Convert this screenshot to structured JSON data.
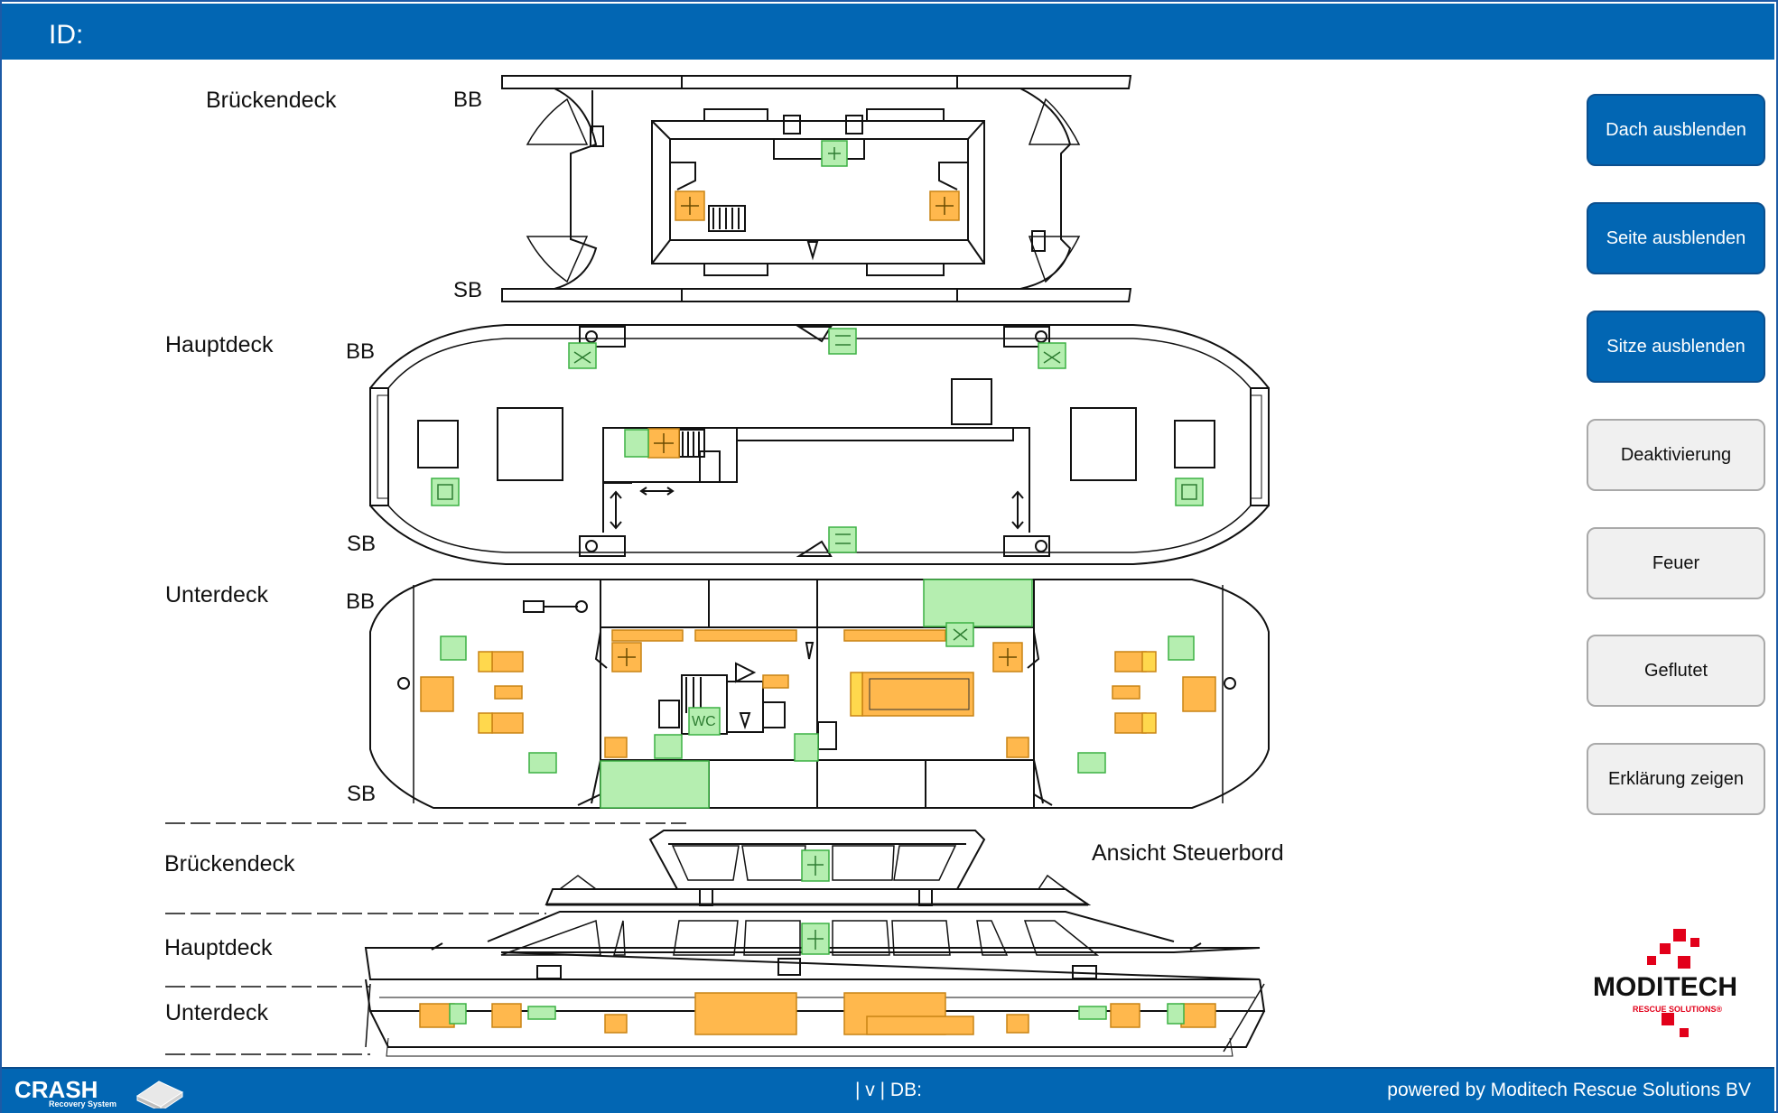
{
  "header": {
    "title": "ID:"
  },
  "buttons": [
    {
      "label": "Dach ausblenden"
    },
    {
      "label": "Seite ausblenden"
    },
    {
      "label": "Sitze ausblenden"
    },
    {
      "label": "Deaktivierung"
    },
    {
      "label": "Feuer"
    },
    {
      "label": "Geflutet"
    },
    {
      "label": "Erklärung zeigen"
    }
  ],
  "plan": {
    "bridge_deck": "Brückendeck",
    "main_deck": "Hauptdeck",
    "lower_deck": "Unterdeck",
    "port": "BB",
    "starboard": "SB",
    "wc": "WC"
  },
  "side_view": {
    "title": "Ansicht Steuerbord",
    "bridge_deck": "Brückendeck",
    "main_deck": "Hauptdeck",
    "lower_deck": "Unterdeck"
  },
  "footer": {
    "center": "| v | DB:",
    "right": "powered by Moditech Rescue Solutions BV"
  },
  "logos": {
    "crash_title": "CRASH",
    "crash_subtitle": "Recovery System",
    "moditech_name": "MODITECH",
    "moditech_tagline": "RESCUE SOLUTIONS®"
  },
  "colors": {
    "header_blue": "#0266b3",
    "marker_orange": "#ffb84d",
    "marker_green": "#b5eeb0",
    "moditech_red": "#e2001a"
  }
}
